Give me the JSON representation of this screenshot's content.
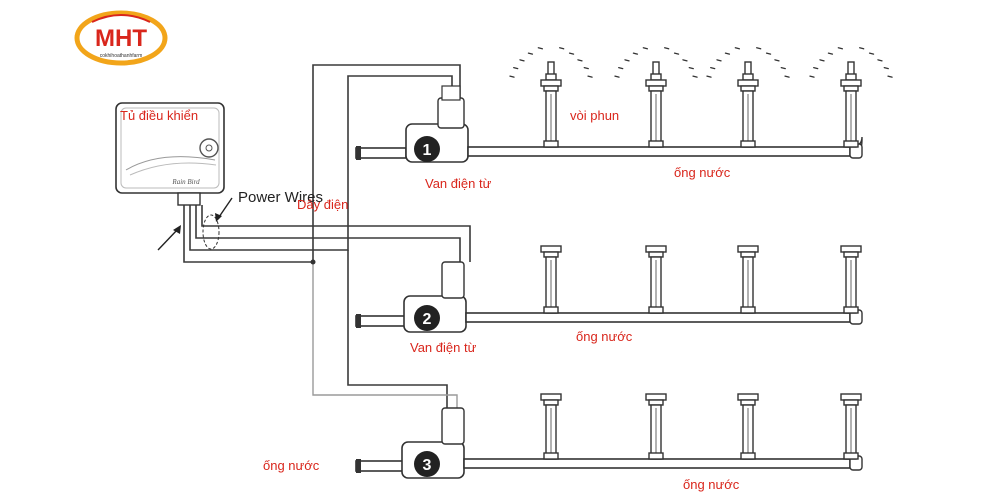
{
  "logo": {
    "main_text": "MHT",
    "sub_text": "cokhihoathanhfarm"
  },
  "controller": {
    "label": "Tủ điều khiển",
    "brand_text": "Rain Bird"
  },
  "labels": {
    "power_wires": "Power Wires",
    "day_dien": "Dây điện",
    "voi_phun": "vòi phun"
  },
  "zones": [
    {
      "number": "1",
      "valve_label": "Van điện từ",
      "pipe_label": "ống nước",
      "spraying": true
    },
    {
      "number": "2",
      "valve_label": "Van điện từ",
      "pipe_label": "ống nước",
      "spraying": false
    },
    {
      "number": "3",
      "valve_label": "ống nước",
      "pipe_label": "ống nước",
      "spraying": false
    }
  ],
  "colors": {
    "label_red": "#d9261c",
    "logo_orange": "#f2a51a",
    "logo_red": "#d9261c"
  }
}
